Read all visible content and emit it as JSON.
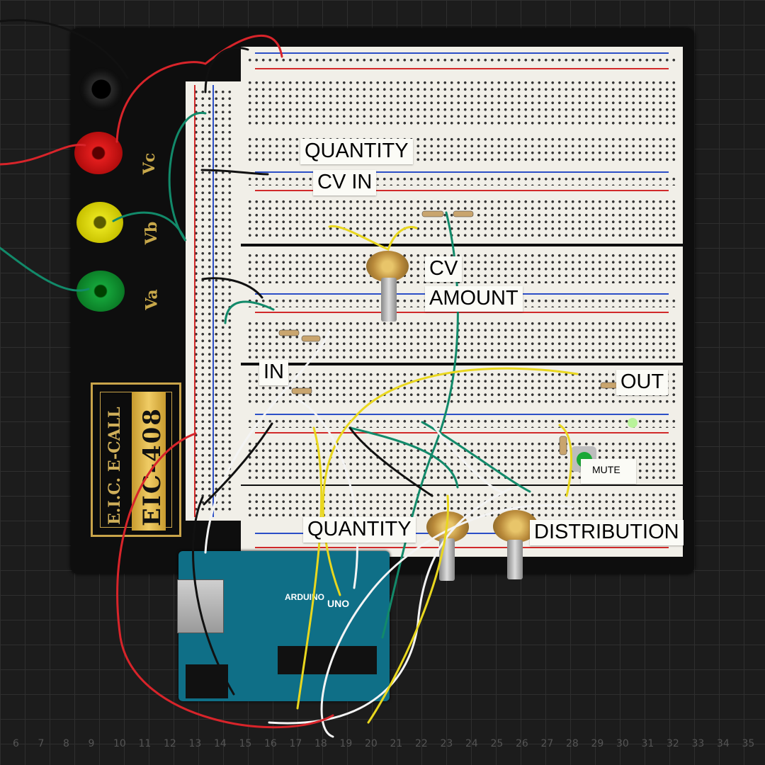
{
  "board_labels": {
    "quantity_cv_in_line1": "QUANTITY",
    "quantity_cv_in_line2": "CV IN",
    "cv_amount_line1": "CV",
    "cv_amount_line2": "AMOUNT",
    "in": "IN",
    "out": "OUT",
    "mute": "MUTE",
    "quantity": "QUANTITY",
    "distribution": "DISTRIBUTION"
  },
  "power_base": {
    "brand_top": "E.I.C. E-CALL",
    "model": "EIC-408",
    "terminal_vc": "Vc",
    "terminal_vb": "Vb",
    "terminal_va": "Va"
  },
  "arduino": {
    "logo": "ARDUINO",
    "model": "UNO"
  },
  "ruler_numbers": [
    "6",
    "7",
    "8",
    "9",
    "10",
    "11",
    "12",
    "13",
    "14",
    "15",
    "16",
    "17",
    "18",
    "19",
    "20",
    "21",
    "22",
    "23",
    "24",
    "25",
    "26",
    "27",
    "28",
    "29",
    "30",
    "31",
    "32",
    "33",
    "34",
    "35"
  ],
  "colors": {
    "red_wire": "#d8242a",
    "yellow_wire": "#e9d71e",
    "green_wire": "#128a6a",
    "white_wire": "#f4f4f4",
    "black_wire": "#111111"
  }
}
